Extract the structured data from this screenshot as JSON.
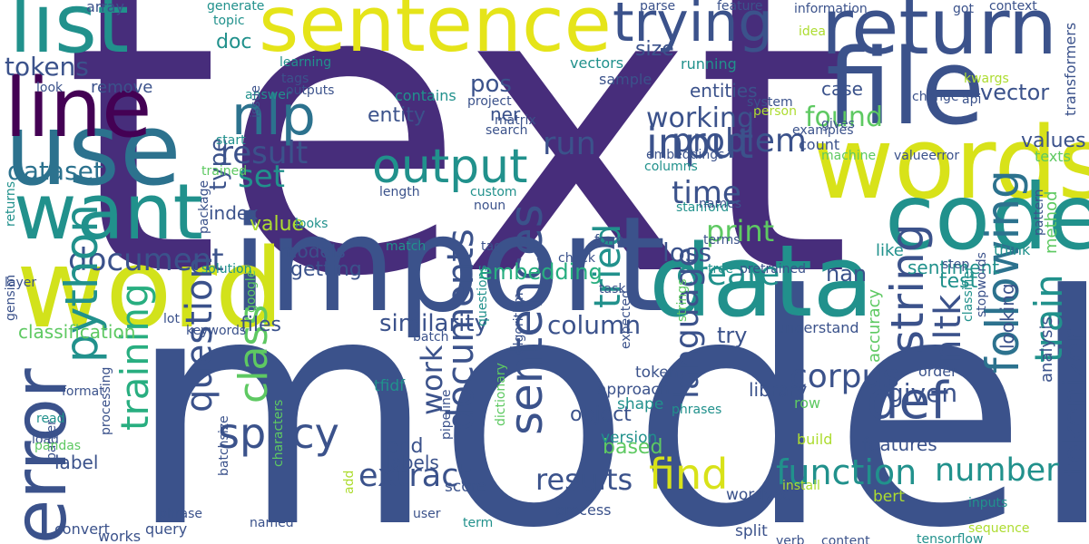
{
  "colors": {
    "background": "#ffffff",
    "palette": [
      "#440154",
      "#472d7b",
      "#3b528b",
      "#2c728e",
      "#21918c",
      "#28ae80",
      "#5ec962",
      "#addc30",
      "#fde725"
    ]
  },
  "words": [
    {
      "text": "text",
      "color": "#472d7b"
    },
    {
      "text": "model",
      "color": "#3b528b"
    },
    {
      "text": "import",
      "color": "#3b528b"
    },
    {
      "text": "sentence",
      "color": "#e5e419"
    },
    {
      "text": "word",
      "color": "#d2e21b"
    },
    {
      "text": "return",
      "color": "#3b528b"
    },
    {
      "text": "file",
      "color": "#3b528b"
    },
    {
      "text": "words",
      "color": "#d8e219"
    },
    {
      "text": "use",
      "color": "#2c728e"
    },
    {
      "text": "list",
      "color": "#21918c"
    },
    {
      "text": "line",
      "color": "#440154"
    },
    {
      "text": "want",
      "color": "#21918c"
    },
    {
      "text": "code",
      "color": "#21918c"
    },
    {
      "text": "data",
      "color": "#21918c"
    },
    {
      "text": "error",
      "color": "#3b528b"
    },
    {
      "text": "output",
      "color": "#21918c"
    },
    {
      "text": "nlp",
      "color": "#2c728e"
    },
    {
      "text": "trying",
      "color": "#3b528b"
    },
    {
      "text": "input",
      "color": "#3b528b"
    },
    {
      "text": "spacy",
      "color": "#3b528b"
    },
    {
      "text": "document",
      "color": "#3b528b"
    },
    {
      "text": "dataset",
      "color": "#2c728e"
    },
    {
      "text": "python",
      "color": "#21918c"
    },
    {
      "text": "training",
      "color": "#28ae80"
    },
    {
      "text": "class",
      "color": "#5ec962"
    },
    {
      "text": "question",
      "color": "#3b528b"
    },
    {
      "text": "sentences",
      "color": "#3b528b"
    },
    {
      "text": "string",
      "color": "#3b528b"
    },
    {
      "text": "nltk",
      "color": "#3b528b"
    },
    {
      "text": "following",
      "color": "#2c728e"
    },
    {
      "text": "train",
      "color": "#21918c"
    },
    {
      "text": "tokenizer",
      "color": "#3b528b"
    },
    {
      "text": "def",
      "color": "#3b528b"
    },
    {
      "text": "corpus",
      "color": "#3b528b"
    },
    {
      "text": "function",
      "color": "#21918c"
    },
    {
      "text": "number",
      "color": "#21918c"
    },
    {
      "text": "extract",
      "color": "#3b528b"
    },
    {
      "text": "results",
      "color": "#3b528b"
    },
    {
      "text": "find",
      "color": "#d8e219"
    },
    {
      "text": "create",
      "color": "#21918c"
    },
    {
      "text": "problem",
      "color": "#3b528b"
    },
    {
      "text": "result",
      "color": "#3b528b"
    },
    {
      "text": "run",
      "color": "#3b528b"
    },
    {
      "text": "set",
      "color": "#21918c"
    },
    {
      "text": "time",
      "color": "#3b528b"
    },
    {
      "text": "found",
      "color": "#5ec962"
    },
    {
      "text": "working",
      "color": "#3b528b"
    },
    {
      "text": "documents",
      "color": "#3b528b"
    },
    {
      "text": "work",
      "color": "#3b528b"
    },
    {
      "text": "language",
      "color": "#3b528b"
    },
    {
      "text": "tried",
      "color": "#21918c"
    },
    {
      "text": "print",
      "color": "#5ec962"
    },
    {
      "text": "loss",
      "color": "#3b528b"
    },
    {
      "text": "tokens",
      "color": "#3b528b"
    },
    {
      "text": "column",
      "color": "#3b528b"
    },
    {
      "text": "similarity",
      "color": "#3b528b"
    },
    {
      "text": "embedding",
      "color": "#28ae80"
    },
    {
      "text": "given",
      "color": "#3b528b"
    },
    {
      "text": "values",
      "color": "#3b528b"
    },
    {
      "text": "entities",
      "color": "#3b528b"
    },
    {
      "text": "sentiment",
      "color": "#21918c"
    },
    {
      "text": "getting",
      "color": "#3b528b"
    },
    {
      "text": "models",
      "color": "#3b528b"
    },
    {
      "text": "entity",
      "color": "#3b528b"
    },
    {
      "text": "pos",
      "color": "#3b528b"
    },
    {
      "text": "vector",
      "color": "#3b528b"
    },
    {
      "text": "test",
      "color": "#21918c"
    },
    {
      "text": "nan",
      "color": "#3b528b"
    },
    {
      "text": "type",
      "color": "#3b528b"
    },
    {
      "text": "value",
      "color": "#addc30"
    },
    {
      "text": "index",
      "color": "#3b528b"
    },
    {
      "text": "library",
      "color": "#3b528b"
    },
    {
      "text": "object",
      "color": "#3b528b"
    },
    {
      "text": "based",
      "color": "#5ec962"
    },
    {
      "text": "features",
      "color": "#3b528b"
    },
    {
      "text": "end",
      "color": "#3b528b"
    },
    {
      "text": "labels",
      "color": "#3b528b"
    },
    {
      "text": "files",
      "color": "#3b528b"
    },
    {
      "text": "label",
      "color": "#3b528b"
    },
    {
      "text": "classification",
      "color": "#5ec962"
    },
    {
      "text": "doc",
      "color": "#21918c"
    },
    {
      "text": "size",
      "color": "#3b528b"
    },
    {
      "text": "case",
      "color": "#3b528b"
    },
    {
      "text": "try",
      "color": "#3b528b"
    },
    {
      "text": "looking",
      "color": "#3b528b"
    },
    {
      "text": "analysis",
      "color": "#3b528b"
    },
    {
      "text": "method",
      "color": "#5ec962"
    },
    {
      "text": "accuracy",
      "color": "#5ec962"
    },
    {
      "text": "ner",
      "color": "#3b528b"
    },
    {
      "text": "remove",
      "color": "#3b528b"
    },
    {
      "text": "tfidf",
      "color": "#21918c"
    },
    {
      "text": "approach",
      "color": "#3b528b"
    },
    {
      "text": "token",
      "color": "#3b528b"
    },
    {
      "text": "shape",
      "color": "#21918c"
    },
    {
      "text": "version",
      "color": "#21918c"
    },
    {
      "text": "score",
      "color": "#3b528b"
    },
    {
      "text": "process",
      "color": "#3b528b"
    },
    {
      "text": "wordvec",
      "color": "#3b528b"
    },
    {
      "text": "bert",
      "color": "#addc30"
    },
    {
      "text": "split",
      "color": "#3b528b"
    },
    {
      "text": "query",
      "color": "#3b528b"
    },
    {
      "text": "convert",
      "color": "#3b528b"
    },
    {
      "text": "works",
      "color": "#3b528b"
    },
    {
      "text": "tensorflow",
      "color": "#21918c"
    },
    {
      "text": "understand",
      "color": "#3b528b"
    },
    {
      "text": "order",
      "color": "#3b528b"
    },
    {
      "text": "row",
      "color": "#5ec962"
    },
    {
      "text": "build",
      "color": "#addc30"
    },
    {
      "text": "install",
      "color": "#addc30"
    },
    {
      "text": "inputs",
      "color": "#21918c"
    },
    {
      "text": "sequence",
      "color": "#addc30"
    },
    {
      "text": "like",
      "color": "#21918c"
    },
    {
      "text": "think",
      "color": "#21918c"
    },
    {
      "text": "step",
      "color": "#3b528b"
    },
    {
      "text": "pattern",
      "color": "#3b528b"
    },
    {
      "text": "texts",
      "color": "#5ec962"
    },
    {
      "text": "valueerror",
      "color": "#3b528b"
    },
    {
      "text": "machine",
      "color": "#5ec962"
    },
    {
      "text": "count",
      "color": "#3b528b"
    },
    {
      "text": "examples",
      "color": "#3b528b"
    },
    {
      "text": "gives",
      "color": "#3b528b"
    },
    {
      "text": "change",
      "color": "#3b528b"
    },
    {
      "text": "person",
      "color": "#addc30"
    },
    {
      "text": "system",
      "color": "#3b528b"
    },
    {
      "text": "api",
      "color": "#3b528b"
    },
    {
      "text": "kwargs",
      "color": "#addc30"
    },
    {
      "text": "transformers",
      "color": "#3b528b"
    },
    {
      "text": "idea",
      "color": "#addc30"
    },
    {
      "text": "got",
      "color": "#3b528b"
    },
    {
      "text": "context",
      "color": "#3b528b"
    },
    {
      "text": "information",
      "color": "#3b528b"
    },
    {
      "text": "feature",
      "color": "#3b528b"
    },
    {
      "text": "parse",
      "color": "#3b528b"
    },
    {
      "text": "running",
      "color": "#21918c"
    },
    {
      "text": "vectors",
      "color": "#21918c"
    },
    {
      "text": "sample",
      "color": "#3b528b"
    },
    {
      "text": "project",
      "color": "#3b528b"
    },
    {
      "text": "matrix",
      "color": "#3b528b"
    },
    {
      "text": "contains",
      "color": "#21918c"
    },
    {
      "text": "search",
      "color": "#3b528b"
    },
    {
      "text": "custom",
      "color": "#21918c"
    },
    {
      "text": "noun",
      "color": "#3b528b"
    },
    {
      "text": "length",
      "color": "#3b528b"
    },
    {
      "text": "tag",
      "color": "#3b528b"
    },
    {
      "text": "match",
      "color": "#21918c"
    },
    {
      "text": "check",
      "color": "#3b528b"
    },
    {
      "text": "form",
      "color": "#3b528b"
    },
    {
      "text": "stanford",
      "color": "#21918c"
    },
    {
      "text": "names",
      "color": "#3b528b"
    },
    {
      "text": "columns",
      "color": "#21918c"
    },
    {
      "text": "embeddings",
      "color": "#3b528b"
    },
    {
      "text": "terms",
      "color": "#3b528b"
    },
    {
      "text": "tree",
      "color": "#21918c"
    },
    {
      "text": "pretrained",
      "color": "#3b528b"
    },
    {
      "text": "array",
      "color": "#3b528b"
    },
    {
      "text": "generate",
      "color": "#21918c"
    },
    {
      "text": "topic",
      "color": "#21918c"
    },
    {
      "text": "learning",
      "color": "#21918c"
    },
    {
      "text": "tags",
      "color": "#3b528b"
    },
    {
      "text": "answer",
      "color": "#21918c"
    },
    {
      "text": "outputs",
      "color": "#3b528b"
    },
    {
      "text": "issue",
      "color": "#3b528b"
    },
    {
      "text": "start",
      "color": "#21918c"
    },
    {
      "text": "trained",
      "color": "#5ec962"
    },
    {
      "text": "package",
      "color": "#3b528b"
    },
    {
      "text": "looks",
      "color": "#21918c"
    },
    {
      "text": "google",
      "color": "#5ec962"
    },
    {
      "text": "solution",
      "color": "#21918c"
    },
    {
      "text": "keywords",
      "color": "#3b528b"
    },
    {
      "text": "lot",
      "color": "#3b528b"
    },
    {
      "text": "format",
      "color": "#3b528b"
    },
    {
      "text": "parser",
      "color": "#3b528b"
    },
    {
      "text": "processing",
      "color": "#3b528b"
    },
    {
      "text": "read",
      "color": "#21918c"
    },
    {
      "text": "load",
      "color": "#3b528b"
    },
    {
      "text": "pandas",
      "color": "#5ec962"
    },
    {
      "text": "gensim",
      "color": "#3b528b"
    },
    {
      "text": "layer",
      "color": "#3b528b"
    },
    {
      "text": "returns",
      "color": "#21918c"
    },
    {
      "text": "look",
      "color": "#3b528b"
    },
    {
      "text": "batchsize",
      "color": "#3b528b"
    },
    {
      "text": "characters",
      "color": "#5ec962"
    },
    {
      "text": "phrase",
      "color": "#3b528b"
    },
    {
      "text": "named",
      "color": "#3b528b"
    },
    {
      "text": "user",
      "color": "#3b528b"
    },
    {
      "text": "term",
      "color": "#21918c"
    },
    {
      "text": "add",
      "color": "#addc30"
    },
    {
      "text": "pipeline",
      "color": "#3b528b"
    },
    {
      "text": "dictionary",
      "color": "#5ec962"
    },
    {
      "text": "batch",
      "color": "#3b528b"
    },
    {
      "text": "algorithm",
      "color": "#3b528b"
    },
    {
      "text": "questions",
      "color": "#21918c"
    },
    {
      "text": "expected",
      "color": "#3b528b"
    },
    {
      "text": "task",
      "color": "#3b528b"
    },
    {
      "text": "strings",
      "color": "#5ec962"
    },
    {
      "text": "phrases",
      "color": "#21918c"
    },
    {
      "text": "classifier",
      "color": "#21918c"
    },
    {
      "text": "stopwords",
      "color": "#3b528b"
    },
    {
      "text": "verb",
      "color": "#3b528b"
    },
    {
      "text": "content",
      "color": "#3b528b"
    }
  ]
}
